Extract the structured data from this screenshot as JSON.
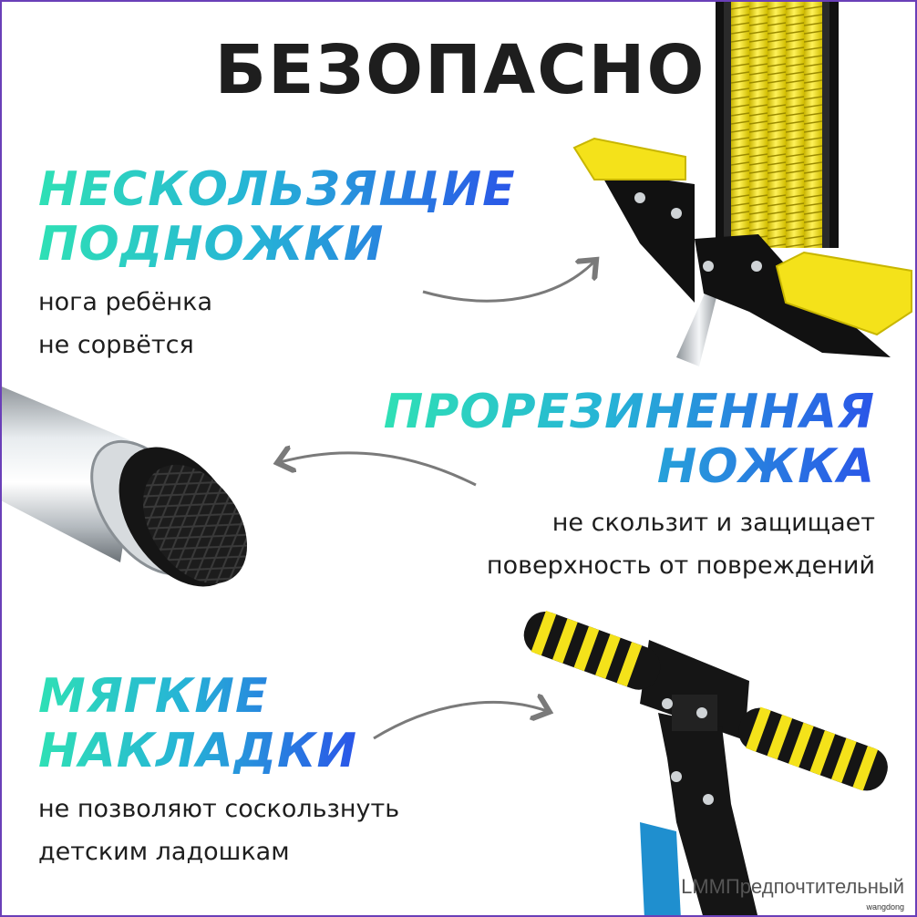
{
  "title": "БЕЗОПАСНО",
  "features": [
    {
      "heading_lines": [
        "НЕСКОЛЬЗЯЩИЕ",
        "ПОДНОЖКИ"
      ],
      "text_lines": [
        "нога ребёнка",
        "не сорвётся"
      ]
    },
    {
      "heading_lines": [
        "ПРОРЕЗИНЕННАЯ",
        "НОЖКА"
      ],
      "text_lines": [
        "не скользит и защищает",
        "поверхность от повреждений"
      ]
    },
    {
      "heading_lines": [
        "МЯГКИЕ",
        "НАКЛАДКИ"
      ],
      "text_lines": [
        "не позволяют соскользнуть",
        "детским ладошкам"
      ]
    }
  ],
  "watermark": {
    "main": "LMMПредпочтительный",
    "sub": "wangdong"
  },
  "colors": {
    "gradient_start": "#2fe0b5",
    "gradient_mid": "#26b4d6",
    "gradient_end": "#2a55e8",
    "text": "#1e1e1e",
    "frame": "#6a3fb8",
    "yellow": "#f4e21a",
    "arrow": "#7a7a7a"
  }
}
